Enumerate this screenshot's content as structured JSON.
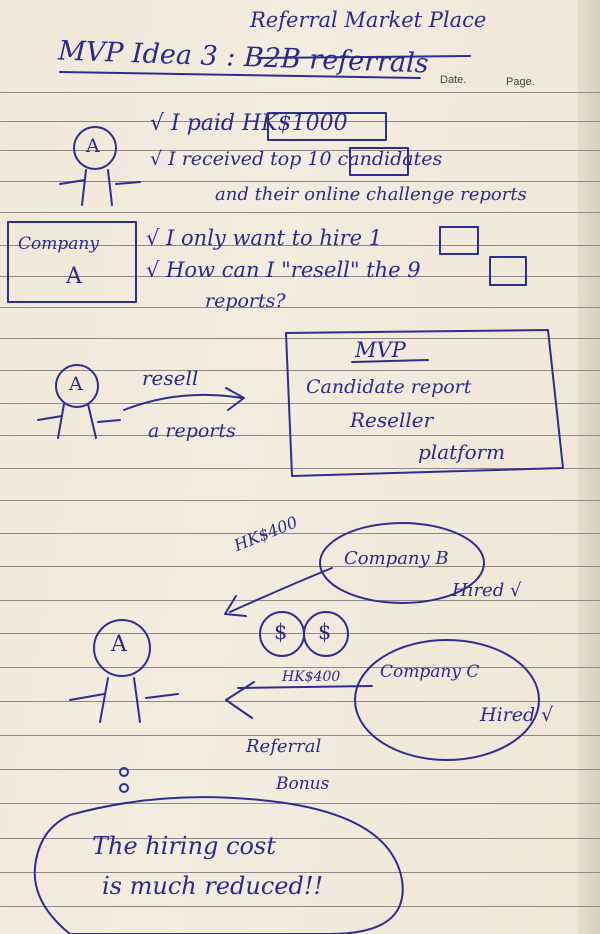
{
  "header": {
    "title": "Referral Market Place",
    "date_label": "Date.",
    "page_label": "Page."
  },
  "idea_heading": "MVP Idea 3 : B2B referrals",
  "section_a": {
    "person_label": "A",
    "line1": "√ I paid HK$1000",
    "line2": "√ I received top 10 candidates",
    "line3": "and their online challenge reports"
  },
  "section_company_a": {
    "box_label_1": "Company",
    "box_label_2": "A",
    "line1": "√ I only want to hire 1",
    "line2": "√ How can I \"resell\" the 9",
    "line3": "reports?"
  },
  "resell": {
    "person_label": "A",
    "word1": "resell",
    "word2": "a reports",
    "mvp_title": "MVP",
    "mvp_line1": "Candidate report",
    "mvp_line2": "Reseller",
    "mvp_line3": "platform"
  },
  "referral": {
    "amount_top": "HK$400",
    "company_b": "Company B",
    "hired_b": "Hired √",
    "person_label": "A",
    "coin1": "$",
    "coin2": "$",
    "amount_bottom": "HK$400",
    "company_c": "Company C",
    "hired_c": "Hired √",
    "bonus_line1": "Referral",
    "bonus_line2": "Bonus"
  },
  "conclusion": {
    "line1": "The hiring cost",
    "line2": "is much reduced!!"
  }
}
